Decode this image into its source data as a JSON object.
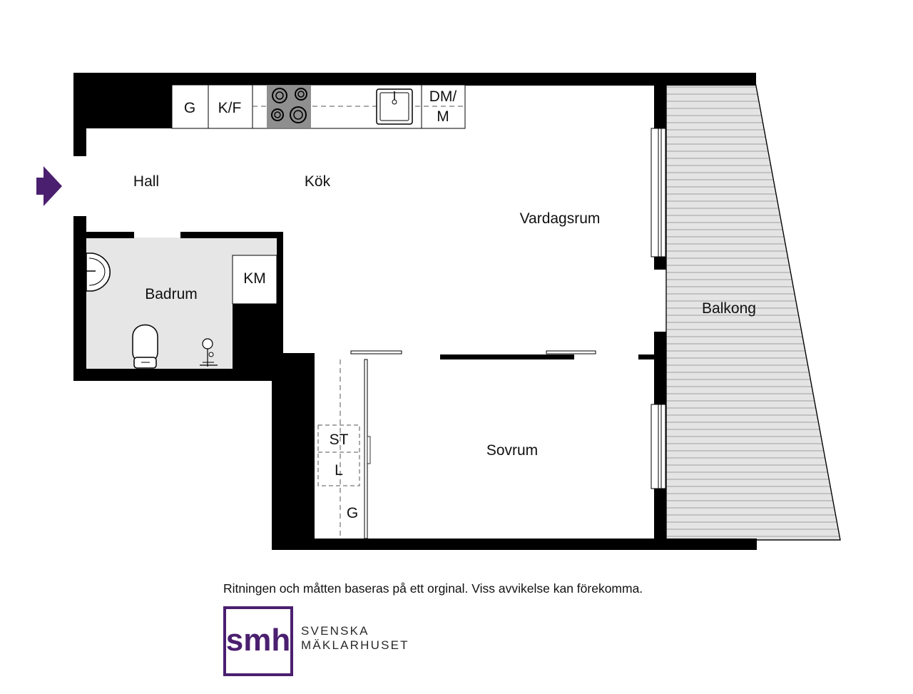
{
  "rooms": {
    "hall": "Hall",
    "kitchen": "Kök",
    "living": "Vardagsrum",
    "bathroom": "Badrum",
    "balcony": "Balkong",
    "bedroom": "Sovrum"
  },
  "fixtures": {
    "kitchen_g": "G",
    "fridge_freezer": "K/F",
    "dishwasher_1": "DM/",
    "dishwasher_2": "M",
    "washer": "KM",
    "drying_cabinet": "ST",
    "linen": "L",
    "wardrobe_g": "G"
  },
  "footer": {
    "disclaimer": "Ritningen och måtten baseras på ett orginal. Viss avvikelse kan förekomma."
  },
  "brand": {
    "logo_text": "smh",
    "name_line1": "SVENSKA",
    "name_line2": "MÄKLARHUSET",
    "color": "#4b1f6f"
  },
  "icons": {
    "entrance": "entrance-arrow-icon"
  },
  "colors": {
    "wall": "#000000",
    "bathroom_floor": "#e6e6e6",
    "balcony_floor": "#e4e4e4",
    "entrance_arrow": "#4b1f6f"
  }
}
